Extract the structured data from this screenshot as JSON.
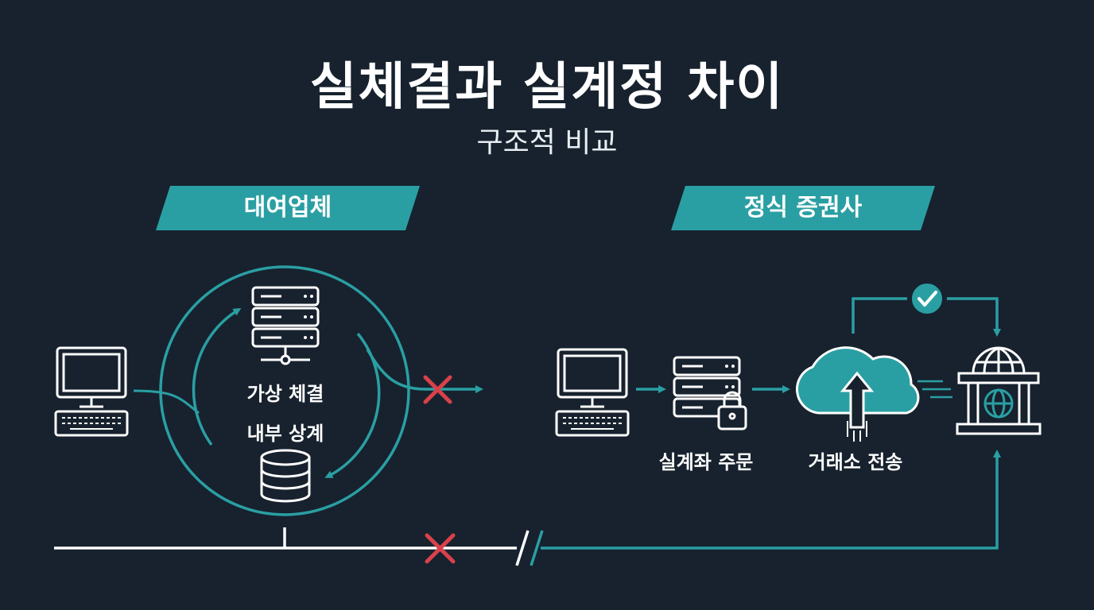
{
  "title": "실체결과 실계정 차이",
  "subtitle": "구조적 비교",
  "left_panel": {
    "header": "대여업체",
    "labels": [
      "가상 체결",
      "내부 상계"
    ]
  },
  "right_panel": {
    "header": "정식 증권사",
    "labels": [
      "실계좌 주문",
      "거래소 전송"
    ]
  },
  "colors": {
    "background": "#17222e",
    "accent_teal": "#2a9fa3",
    "line_white": "#ffffff",
    "blocked_red": "#d9414a"
  },
  "icons": {
    "left": [
      "computer-icon",
      "server-icon",
      "database-icon",
      "cycle-arrows-icon",
      "blocked-x-icon"
    ],
    "right": [
      "computer-icon",
      "locked-server-icon",
      "cloud-upload-icon",
      "exchange-building-icon",
      "check-icon",
      "blocked-x-icon",
      "line-break-icon"
    ]
  }
}
